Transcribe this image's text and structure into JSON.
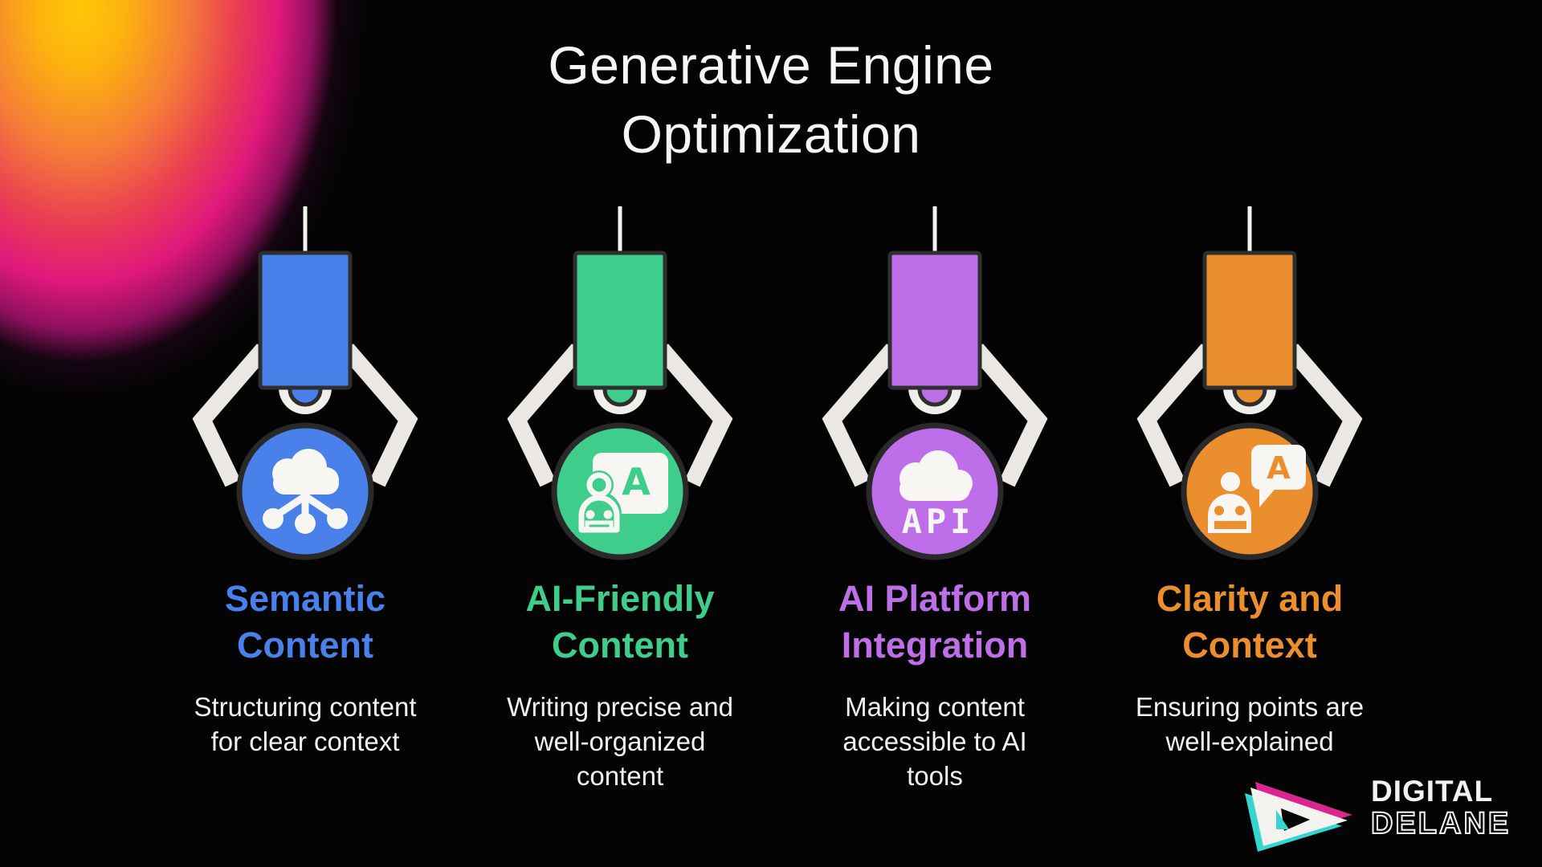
{
  "title": {
    "line1": "Generative Engine",
    "line2": "Optimization"
  },
  "columns": [
    {
      "id": "semantic-content",
      "accent": "#4a80ea",
      "heading_lines": [
        "Semantic",
        "Content"
      ],
      "desc_lines": [
        "Structuring content",
        "for clear context"
      ],
      "icon": "cloud-network-icon"
    },
    {
      "id": "ai-friendly-content",
      "accent": "#3ecd8a",
      "heading_lines": [
        "AI-Friendly",
        "Content"
      ],
      "desc_lines": [
        "Writing precise and",
        "well-organized",
        "content"
      ],
      "icon": "robot-presenting-icon",
      "icon_letter": "A"
    },
    {
      "id": "ai-platform-integration",
      "accent": "#bf6ee9",
      "heading_lines": [
        "AI Platform",
        "Integration"
      ],
      "desc_lines": [
        "Making content",
        "accessible to AI",
        "tools"
      ],
      "icon": "cloud-api-icon",
      "icon_label": "API"
    },
    {
      "id": "clarity-and-context",
      "accent": "#ea8e2e",
      "heading_lines": [
        "Clarity and",
        "Context"
      ],
      "desc_lines": [
        "Ensuring points are",
        "well-explained"
      ],
      "icon": "robot-chat-icon",
      "icon_letter": "A"
    }
  ],
  "logo": {
    "brand_line1": "DIGITAL",
    "brand_line2": "DELANE",
    "magenta": "#d8288f",
    "cyan": "#35d6cf"
  },
  "colors": {
    "background": "#040404",
    "claw_arm": "#ebe8e4",
    "title_text": "#f6f6f6",
    "description_text": "#f2f1ed",
    "gradient_core": "#ffc607",
    "gradient_mid": "#ea3f51",
    "gradient_outer": "#e0187c"
  }
}
